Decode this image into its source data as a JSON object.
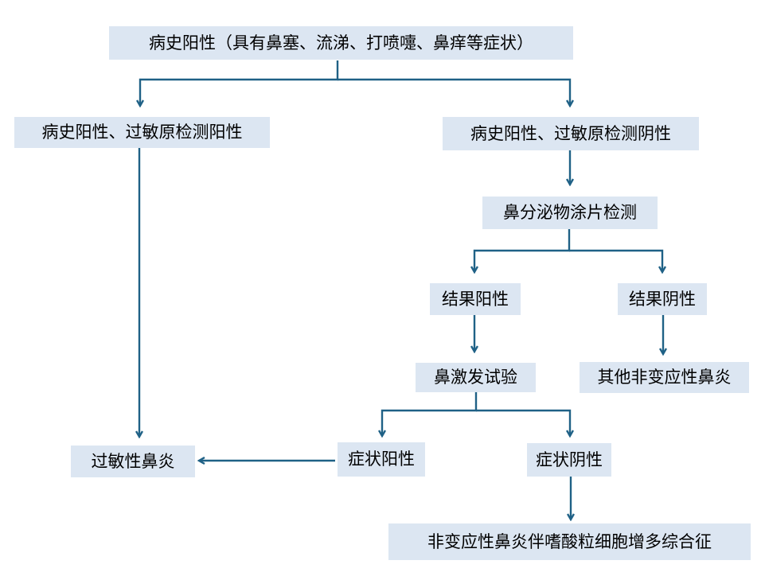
{
  "diagram": {
    "colors": {
      "node_fill": "#dce6f2",
      "edge": "#1f6186",
      "text": "#000000"
    },
    "nodes": {
      "history_positive": "病史阳性（具有鼻塞、流涕、打喷嚏、鼻痒等症状）",
      "history_allergen_positive": "病史阳性、过敏原检测阳性",
      "history_allergen_negative": "病史阳性、过敏原检测阴性",
      "smear_test": "鼻分泌物涂片检测",
      "result_positive": "结果阳性",
      "result_negative": "结果阴性",
      "provocation_test": "鼻激发试验",
      "other_nonallergic": "其他非变应性鼻炎",
      "symptom_positive": "症状阳性",
      "symptom_negative": "症状阴性",
      "allergic_rhinitis": "过敏性鼻炎",
      "narnes": "非变应性鼻炎伴嗜酸粒细胞增多综合征"
    },
    "edges": [
      {
        "from": "history_positive",
        "to": "history_allergen_positive"
      },
      {
        "from": "history_positive",
        "to": "history_allergen_negative"
      },
      {
        "from": "history_allergen_positive",
        "to": "allergic_rhinitis"
      },
      {
        "from": "history_allergen_negative",
        "to": "smear_test"
      },
      {
        "from": "smear_test",
        "to": "result_positive"
      },
      {
        "from": "smear_test",
        "to": "result_negative"
      },
      {
        "from": "result_positive",
        "to": "provocation_test"
      },
      {
        "from": "result_negative",
        "to": "other_nonallergic"
      },
      {
        "from": "provocation_test",
        "to": "symptom_positive"
      },
      {
        "from": "provocation_test",
        "to": "symptom_negative"
      },
      {
        "from": "symptom_positive",
        "to": "allergic_rhinitis"
      },
      {
        "from": "symptom_negative",
        "to": "narnes"
      }
    ]
  }
}
